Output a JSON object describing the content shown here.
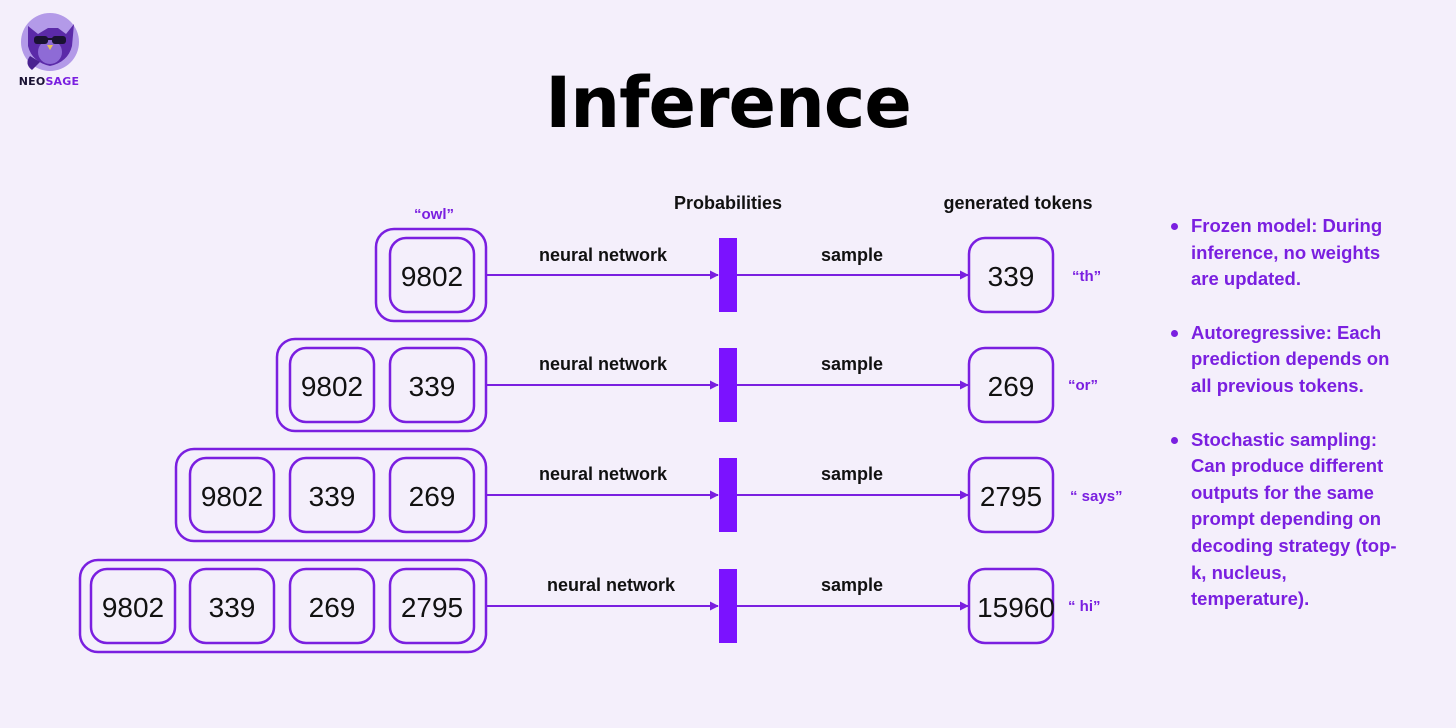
{
  "logo": {
    "text_dark": "NEO",
    "text_accent": "SAGE"
  },
  "title": "Inference",
  "headers": {
    "probabilities": "Probabilities",
    "generated": "generated tokens",
    "first_input_word": "“owl”"
  },
  "rows": [
    {
      "inputs": [
        "9802"
      ],
      "network_label": "neural network",
      "sample_label": "sample",
      "output": "339",
      "output_word": "“th”"
    },
    {
      "inputs": [
        "9802",
        "339"
      ],
      "network_label": "neural network",
      "sample_label": "sample",
      "output": "269",
      "output_word": "“or”"
    },
    {
      "inputs": [
        "9802",
        "339",
        "269"
      ],
      "network_label": "neural network",
      "sample_label": "sample",
      "output": "2795",
      "output_word": "“ says”"
    },
    {
      "inputs": [
        "9802",
        "339",
        "269",
        "2795"
      ],
      "network_label": "neural network",
      "sample_label": "sample",
      "output": "15960",
      "output_word": "“ hi”"
    }
  ],
  "notes": [
    "Frozen model: During inference, no weights are updated.",
    "Autoregressive: Each prediction depends on all previous tokens.",
    "Stochastic sampling: Can produce different outputs for the same prompt depending on decoding strategy (top-k, nucleus, temperature)."
  ],
  "colors": {
    "accent": "#7a1fe0",
    "bar": "#7b12ff",
    "background": "#f4effb",
    "text": "#111111"
  }
}
